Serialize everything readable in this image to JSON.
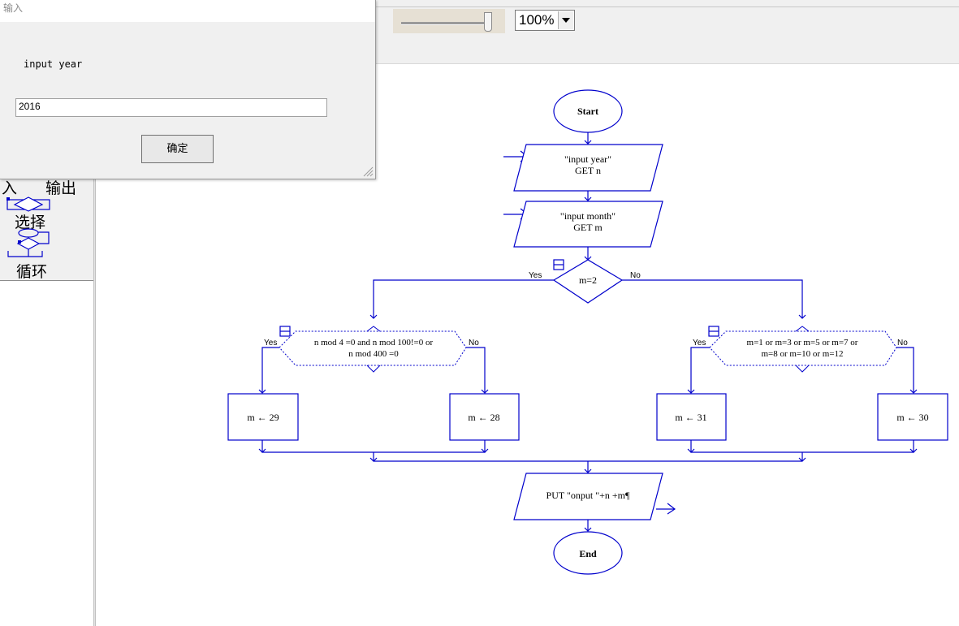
{
  "dialog": {
    "title": "输入",
    "prompt": "input year",
    "input_value": "2016",
    "ok_label": "确定"
  },
  "toolbar": {
    "zoom_value": "100%"
  },
  "palette": {
    "items": [
      {
        "label": "入"
      },
      {
        "label": "输出"
      },
      {
        "label": "选择"
      },
      {
        "label": "循环"
      }
    ]
  },
  "flowchart": {
    "start": "Start",
    "input1": [
      "\"input year\"",
      "GET n"
    ],
    "input2": [
      "\"input month\"",
      "GET m"
    ],
    "decision1": "m=2",
    "yes": "Yes",
    "no": "No",
    "decision_left": [
      "n mod 4 =0 and n mod 100!=0 or",
      "n mod 400 =0"
    ],
    "decision_right": [
      "m=1 or m=3 or m=5 or m=7 or",
      "m=8 or m=10 or m=12"
    ],
    "assign1": "m ← 29",
    "assign2": "m ← 28",
    "assign3": "m ← 31",
    "assign4": "m ← 30",
    "output": "PUT \"onput \"+n +m¶",
    "end": "End"
  },
  "colors": {
    "flow_stroke": "#0000cc",
    "toolbar_bg": "#f0f0f0"
  }
}
